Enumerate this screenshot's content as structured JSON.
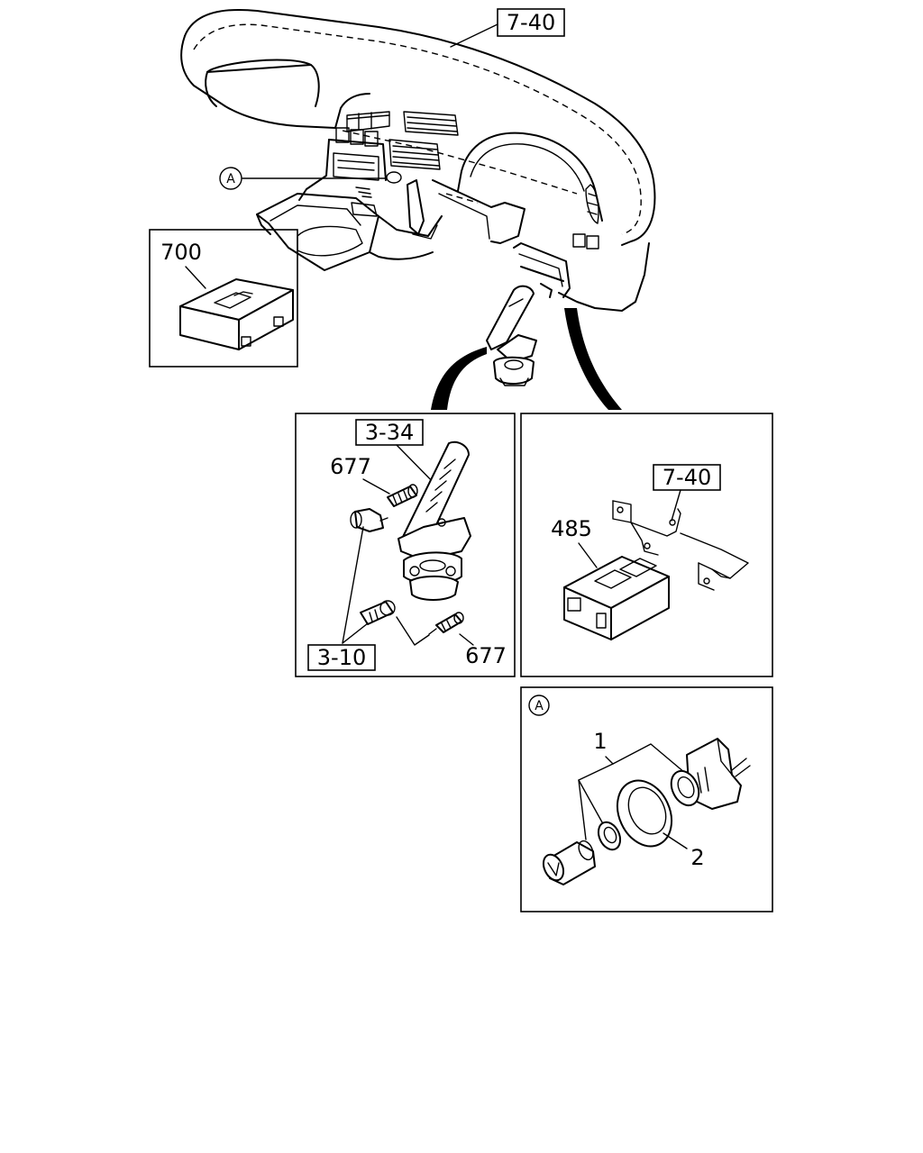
{
  "callouts": {
    "top_ref": "7-40",
    "ref_a_main": "A",
    "box_700": "700",
    "box_valve_ref": "3-34",
    "box_valve_part_upper": "677",
    "box_valve_part_lower": "677",
    "box_valve_ref_lower": "3-10",
    "box_unit_ref": "7-40",
    "box_unit_part": "485",
    "detail_a": "A",
    "detail_part_1": "1",
    "detail_part_2": "2"
  }
}
